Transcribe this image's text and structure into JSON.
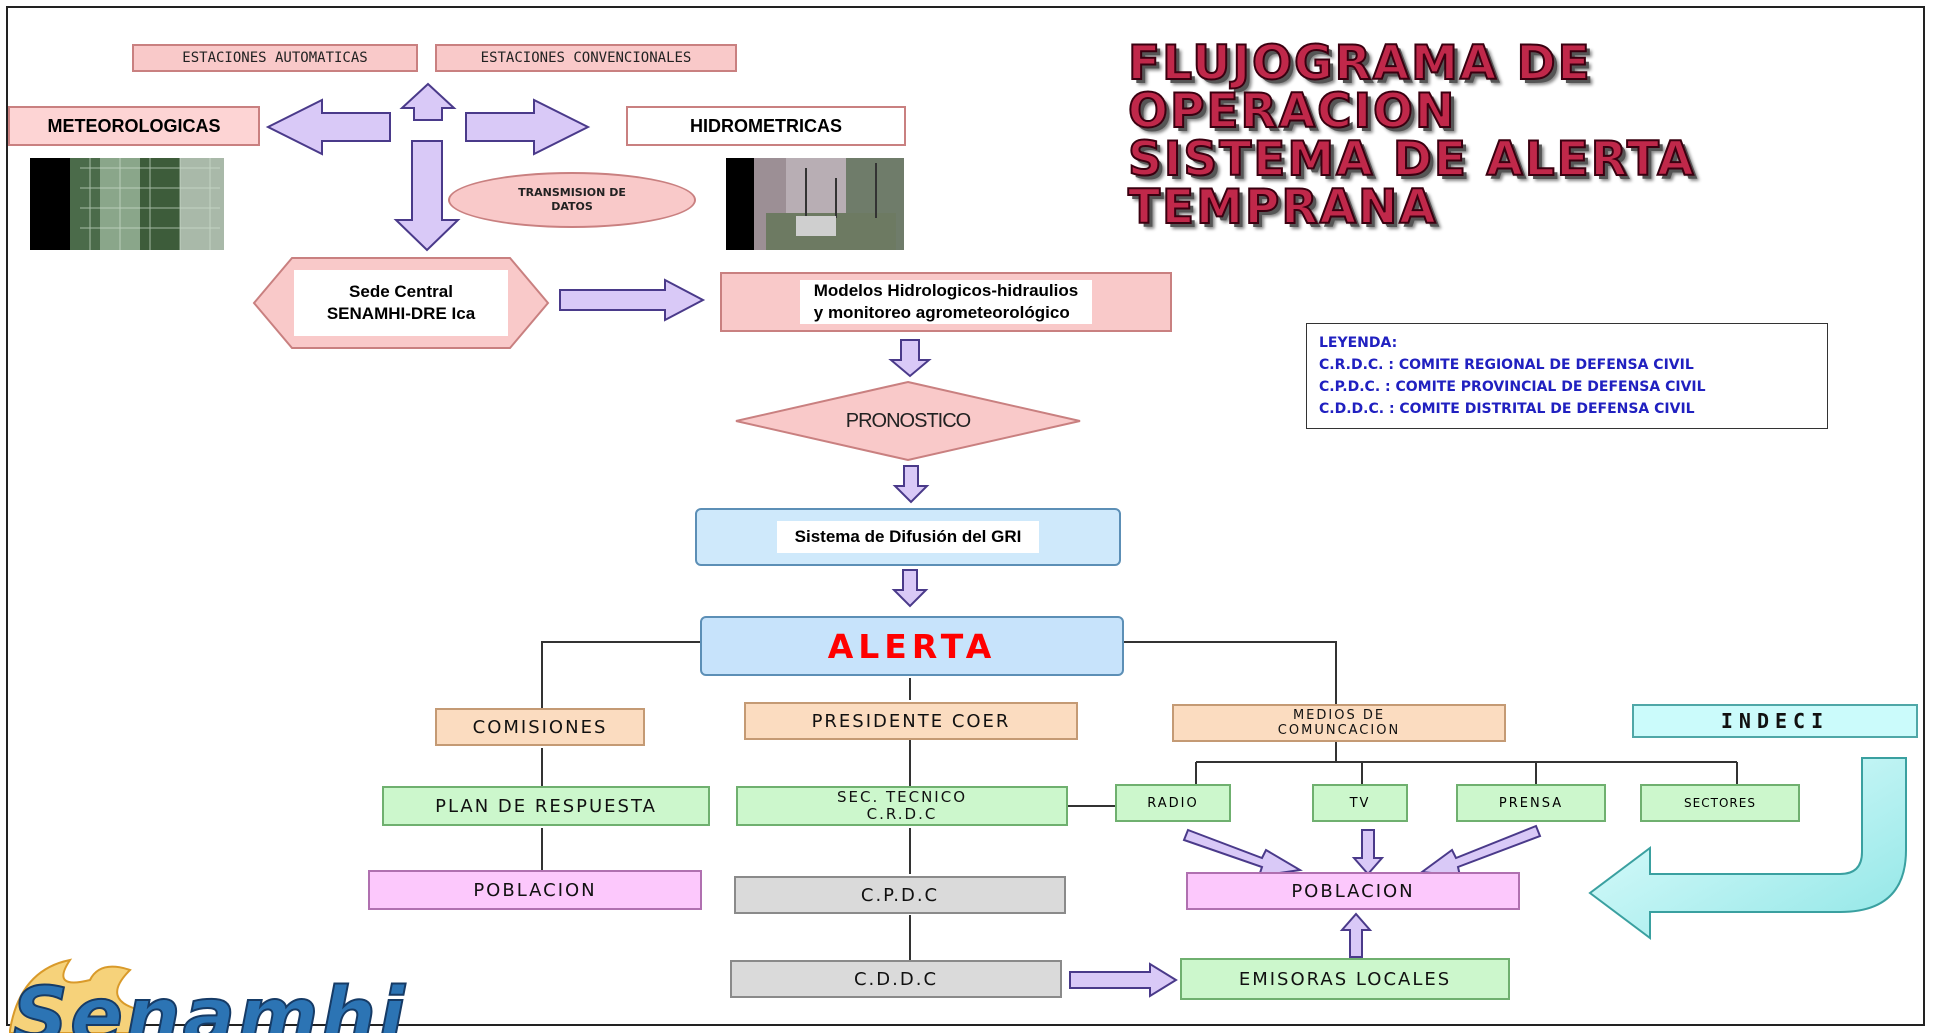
{
  "title": {
    "line1": "FLUJOGRAMA DE",
    "line2": "OPERACION",
    "line3": "SISTEMA DE ALERTA",
    "line4": "TEMPRANA"
  },
  "stations": {
    "automatic": "ESTACIONES AUTOMATICAS",
    "conventional": "ESTACIONES CONVENCIONALES",
    "meteorological": "METEOROLOGICAS",
    "hydrometric": "HIDROMETRICAS"
  },
  "transmission": "TRANSMISION DE DATOS",
  "central": {
    "line1": "Sede Central",
    "line2": "SENAMHI-DRE Ica"
  },
  "models": {
    "line1": "Modelos Hidrologicos-hidraulios",
    "line2": "y monitoreo agrometeorológico"
  },
  "forecast": "PRONOSTICO",
  "diffusion": "Sistema de Difusión del GRI",
  "alert": "ALERTA",
  "branches": {
    "commissions": "COMISIONES",
    "president": "PRESIDENTE COER",
    "media": "MEDIOS DE COMUNCACION",
    "indeci": "INDECI"
  },
  "response_plan": "PLAN DE RESPUESTA",
  "population_left": "POBLACION",
  "sec_tecnico": {
    "line1": "SEC. TECNICO",
    "line2": "C.R.D.C"
  },
  "cpdc": "C.P.D.C",
  "cddc": "C.D.D.C",
  "media_items": [
    "RADIO",
    "TV",
    "PRENSA",
    "SECTORES"
  ],
  "population_right": "POBLACION",
  "local_stations": "EMISORAS LOCALES",
  "legend": {
    "heading": "LEYENDA:",
    "items": [
      "C.R.D.C. : COMITE REGIONAL DE DEFENSA CIVIL",
      "C.P.D.C. : COMITE PROVINCIAL DE DEFENSA CIVIL",
      "C.D.D.C. : COMITE DISTRITAL DE DEFENSA CIVIL"
    ]
  },
  "logo": "Senamhi",
  "colors": {
    "alert_text": "#ff0000",
    "arrow_fill": "#d9c9f7",
    "title": "#c0284a",
    "legend_text": "#2020c0"
  }
}
